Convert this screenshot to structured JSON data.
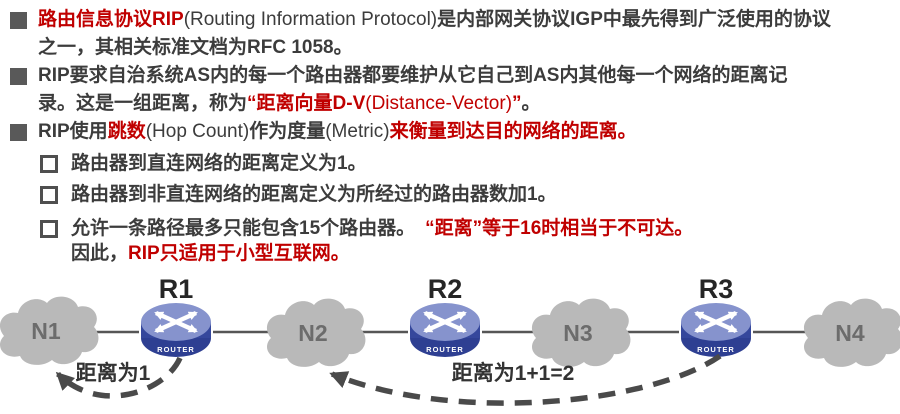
{
  "colors": {
    "accent_red": "#c00000",
    "body_text": "#3c3c3c",
    "cloud_gray": "#b9b9b9",
    "cloud_label_gray": "#6c6c6c",
    "router_body_blue": "#35479c",
    "router_top_blue": "#8693cd",
    "link_line_gray": "#565656",
    "dashed_arrow_gray": "#4a4a4a"
  },
  "slide": {
    "b1": {
      "red": "路由信息协议RIP",
      "en": "(Routing Information Protocol)",
      "rest1": "是内部网关协议IGP中最先得到广泛使用的协议",
      "line2": "之一，其相关标准文档为RFC 1058。"
    },
    "b2": {
      "line1": "RIP要求自治系统AS内的每一个路由器都要维护从它自己到AS内其他每一个网络的距离记",
      "pre": "录。这是一组距离，称为",
      "red_bold": "“距离向量D-V",
      "red_en": "(Distance-Vector)",
      "red_close": "”",
      "end": "。"
    },
    "b3": {
      "s1": "RIP使用",
      "s2": "跳数",
      "s3": "(Hop Count)",
      "s4": "作为度量",
      "s5": "(Metric)",
      "s6": "来衡量到达目的网络的距离。"
    },
    "sub1": {
      "text": "路由器到直连网络的距离定义为1。"
    },
    "sub2": {
      "text": "路由器到非直连网络的距离定义为所经过的路由器数加1。"
    },
    "sub3": {
      "black1": "允许一条路径最多只能包含15个路由器。",
      "red1": "“距离”等于16时相当于不可达。",
      "black2": "因此，",
      "red2": "RIP只适用于小型互联网。"
    }
  },
  "diagram": {
    "clouds": [
      "N1",
      "N2",
      "N3",
      "N4"
    ],
    "routers": [
      "R1",
      "R2",
      "R3"
    ],
    "router_label": "ROUTER",
    "arrows": [
      {
        "label": "距离为1"
      },
      {
        "label": "距离为1+1=2"
      }
    ]
  }
}
